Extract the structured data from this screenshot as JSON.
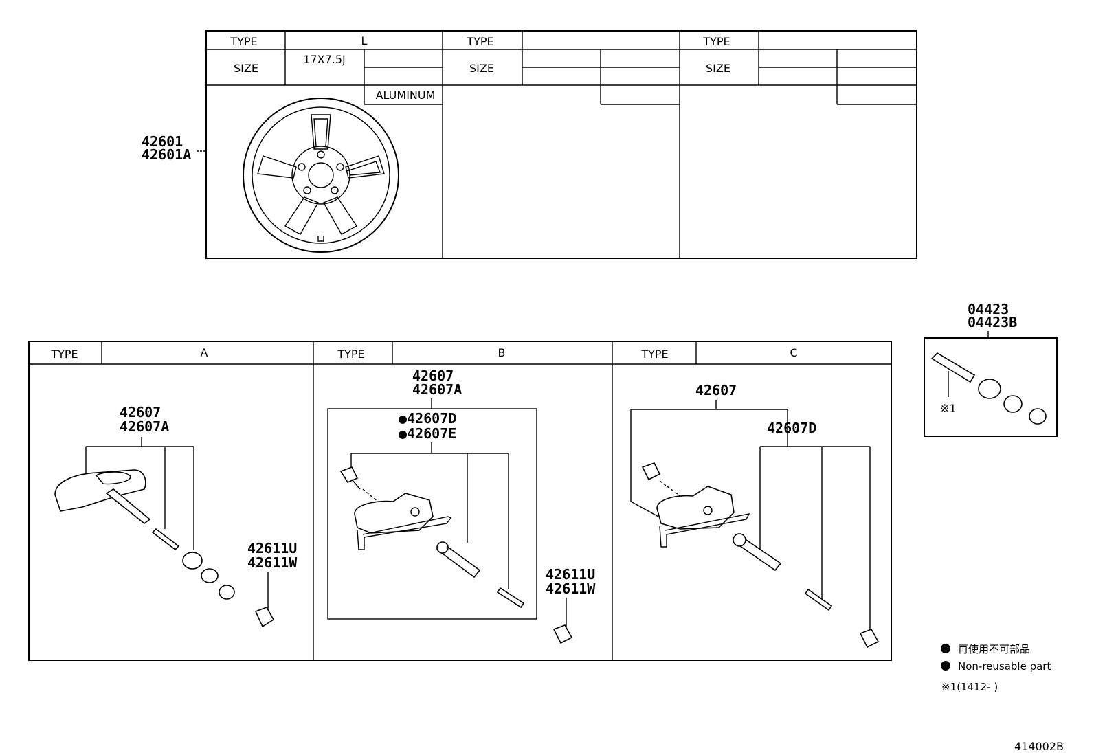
{
  "wheel_table": {
    "col1": {
      "type_label": "TYPE",
      "type_value": "L",
      "size_label": "SIZE",
      "size_value": "17X7.5J",
      "material": "ALUMINUM"
    },
    "col2": {
      "type_label": "TYPE",
      "size_label": "SIZE"
    },
    "col3": {
      "type_label": "TYPE",
      "size_label": "SIZE"
    }
  },
  "wheel_part": {
    "line1": "42601",
    "line2": "42601A"
  },
  "sensor_table": {
    "a": {
      "type_label": "TYPE",
      "type_value": "A",
      "part_main_1": "42607",
      "part_main_2": "42607A",
      "cap_1": "42611U",
      "cap_2": "42611W"
    },
    "b": {
      "type_label": "TYPE",
      "type_value": "B",
      "part_main_1": "42607",
      "part_main_2": "42607A",
      "nr_1": "●42607D",
      "nr_2": "●42607E",
      "cap_1": "42611U",
      "cap_2": "42611W"
    },
    "c": {
      "type_label": "TYPE",
      "type_value": "C",
      "part_main_1": "42607",
      "part_sub": "42607D"
    }
  },
  "valve_kit": {
    "line1": "04423",
    "line2": "04423B",
    "note": "※1"
  },
  "legend": {
    "jp": "再使用不可部品",
    "en": "Non-reusable part",
    "note": "※1(1412-      )"
  },
  "diagram_id": "414002B"
}
